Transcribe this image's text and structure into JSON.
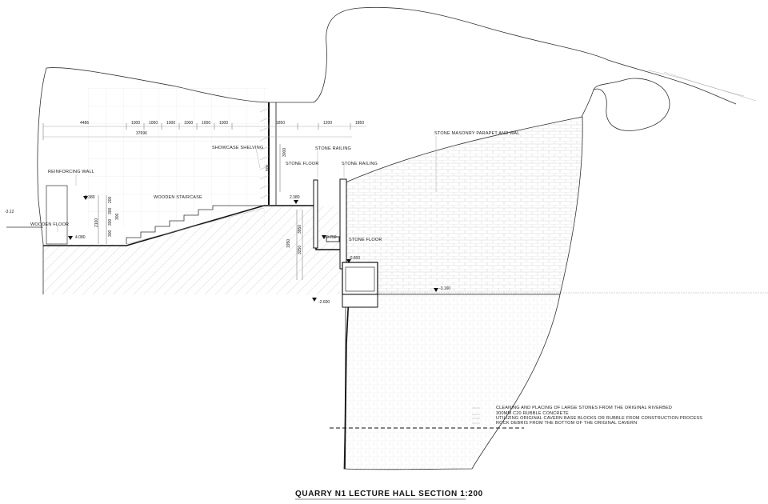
{
  "title": "QUARRY N1 LECTURE HALL SECTION   1:200",
  "labels": {
    "reinforcing_wall": "REINFORCING WALL",
    "wooden_floor": "WOODEN FLOOR",
    "wooden_staircase": "WOODEN STAIRCASE",
    "showcase_shelving": "SHOWCASE SHELVING",
    "stone_railing_1": "STONE RAILING",
    "stone_railing_2": "STONE RAILING",
    "stone_floor_1": "STONE FLOOR",
    "stone_floor_2": "STONE FLOOR",
    "parapet": "STONE MASONRY PARAPET AND WAL",
    "note1": "CLEANING AND PLACING OF LARGE STONES FROM THE ORIGINAL RIVERBED",
    "note2": "300MM C20 RUBBLE CONCRETE",
    "note3": "UTILIZING ORIGINAL CAVERN BASE BLOCKS OR RUBBLE FROM CONSTRUCTION PROCESS",
    "note4": "ROCK DEBRIS FROM THE BOTTOM OF THE ORIGINAL CAVERN"
  },
  "dimensions": {
    "d1": "4486",
    "d2": "1000",
    "d3": "1000",
    "d4": "1000",
    "d5": "1000",
    "d6": "1000",
    "d7": "1000",
    "d8": "1850",
    "d9": "1200",
    "d10": "1850",
    "total": "37696",
    "v1": "3000",
    "v2": "800",
    "v3": "1950",
    "v4": "3950",
    "v5": "3250",
    "r1": "200",
    "r2": "300",
    "r3": "300",
    "r4": "300",
    "r5": "300",
    "r6": "2100"
  },
  "levels": {
    "l_left": "-3.12",
    "l_floor": "4.080",
    "l_stair": "2.380",
    "l_mid": "2.380",
    "l_sf": "0.750",
    "l_low": "-0.800",
    "l_right": "-3.160",
    "l_base": "-2.600"
  }
}
